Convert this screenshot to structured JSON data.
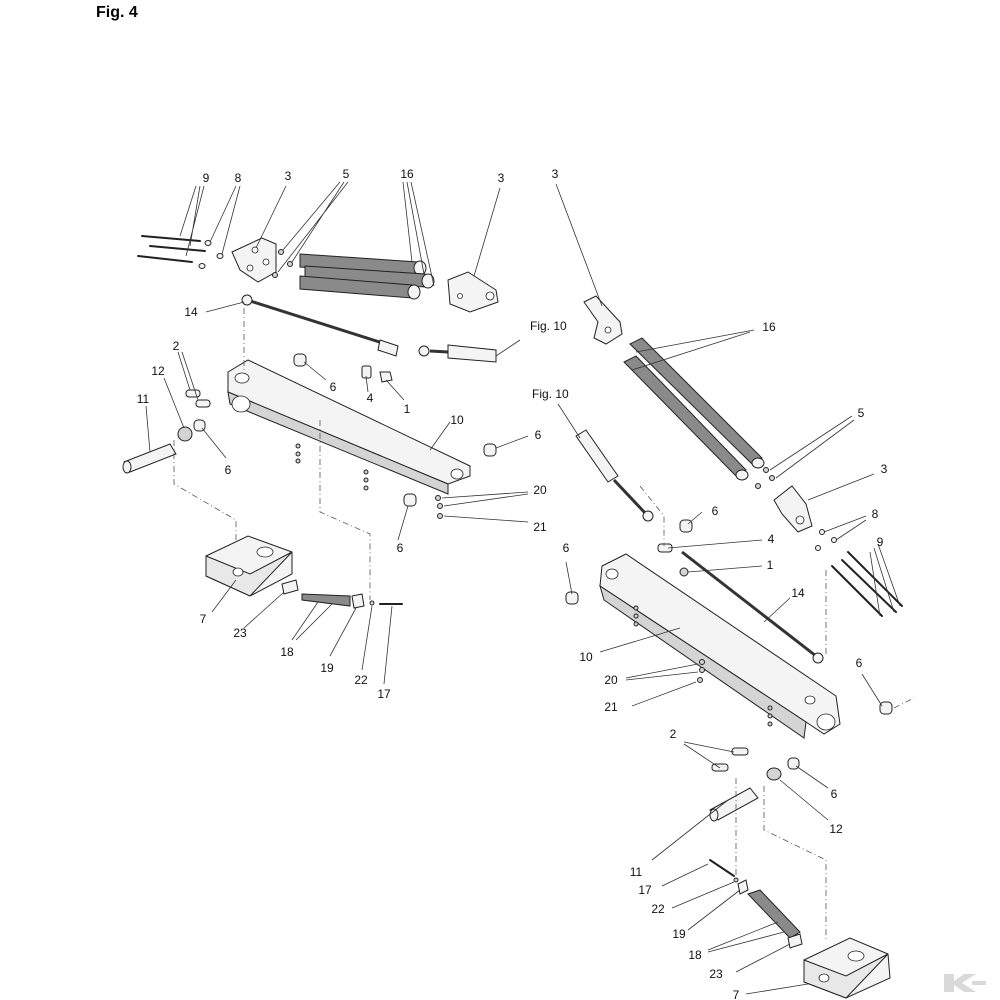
{
  "figure": {
    "title": "Fig. 4"
  },
  "parts": {
    "p1": "1",
    "p2": "2",
    "p3": "3",
    "p4": "4",
    "p5": "5",
    "p6": "6",
    "p7": "7",
    "p8": "8",
    "p9": "9",
    "p10": "10",
    "p11": "11",
    "p12": "12",
    "p14": "14",
    "p16": "16",
    "p17": "17",
    "p18": "18",
    "p19": "19",
    "p20": "20",
    "p21": "21",
    "p22": "22",
    "p23": "23"
  },
  "refs": {
    "fig10": "Fig. 10"
  },
  "colors": {
    "line": "#333333",
    "spring": "#8a8a8a",
    "logo": "#d9d9d9"
  },
  "icons": {
    "watermark": "brand-logo-watermark"
  }
}
